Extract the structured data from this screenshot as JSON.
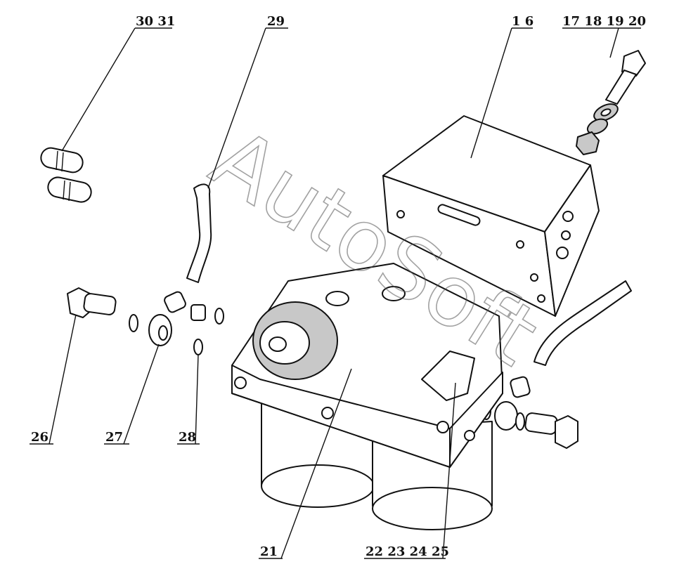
{
  "labels": {
    "l3031": "30 31",
    "l29": "29",
    "l16": "1 6",
    "l17_20": "17 18 19 20",
    "l26": "26",
    "l27": "27",
    "l28": "28",
    "l21": "21",
    "l22_25": "22 23 24 25"
  },
  "watermark": "AutoSoft"
}
